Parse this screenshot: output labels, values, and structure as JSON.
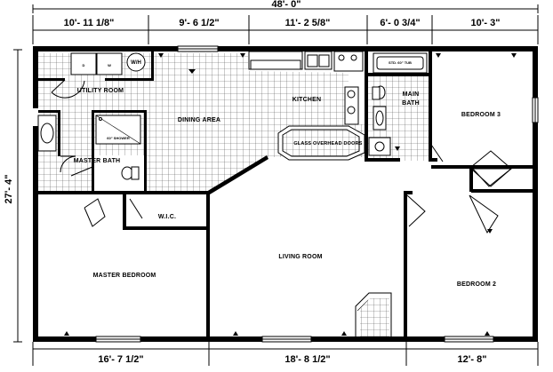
{
  "dimensions": {
    "overall_width": "48'- 0\"",
    "overall_depth": "27'- 4\"",
    "top": [
      "10'- 11 1/8\"",
      "9'- 6 1/2\"",
      "11'- 2 5/8\"",
      "6'- 0 3/4\"",
      "10'- 3\""
    ],
    "bottom": [
      "16'- 7 1/2\"",
      "18'- 8 1/2\"",
      "12'- 8\""
    ]
  },
  "rooms": {
    "utility_room": "UTILITY ROOM",
    "dining_area": "DINING AREA",
    "kitchen": "KITCHEN",
    "main_bath_1": "MAIN",
    "main_bath_2": "BATH",
    "bedroom_3": "BEDROOM 3",
    "master_bath": "MASTER BATH",
    "glass_doors": "GLASS OVERHEAD DOORS",
    "wic": "W.I.C.",
    "living_room": "LIVING ROOM",
    "master_bedroom": "MASTER BEDROOM",
    "bedroom_2": "BEDROOM 2"
  },
  "fixtures": {
    "water_heater": "W/H",
    "dryer": "D",
    "washer": "W",
    "shower": "60\" SHOWER",
    "tub": "STD. 60\" TUB"
  }
}
